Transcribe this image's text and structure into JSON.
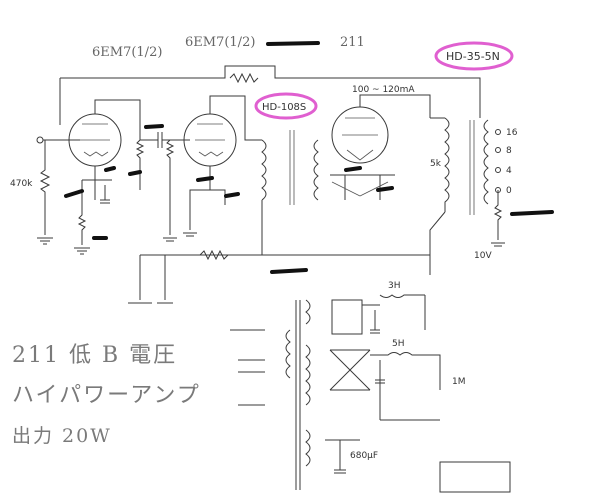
{
  "tube_labels": {
    "input": "6EM7(1/2)",
    "driver": "6EM7(1/2)",
    "output": "211"
  },
  "transformer_labels": {
    "interstage": "HD-108S",
    "output": "HD-35-5N"
  },
  "circuit_notes": {
    "plate_current": "100 ~ 120mA",
    "input_resistor": "470k",
    "output_taps": [
      "16",
      "8",
      "4",
      "0"
    ],
    "output_load": "5k",
    "filament_voltage": "10V",
    "choke_1": "3H",
    "choke_2": "5H",
    "bottom_capacitor": "680μF",
    "b_plus": "1M"
  },
  "handwritten_title": {
    "line1": "211 低 B 電圧",
    "line2": "ハイパワーアンプ",
    "line3": "出力 20W"
  },
  "colors": {
    "ink": "#3a3a3a",
    "highlight": "#e05fd0",
    "pencil": "#7a7a7a"
  }
}
